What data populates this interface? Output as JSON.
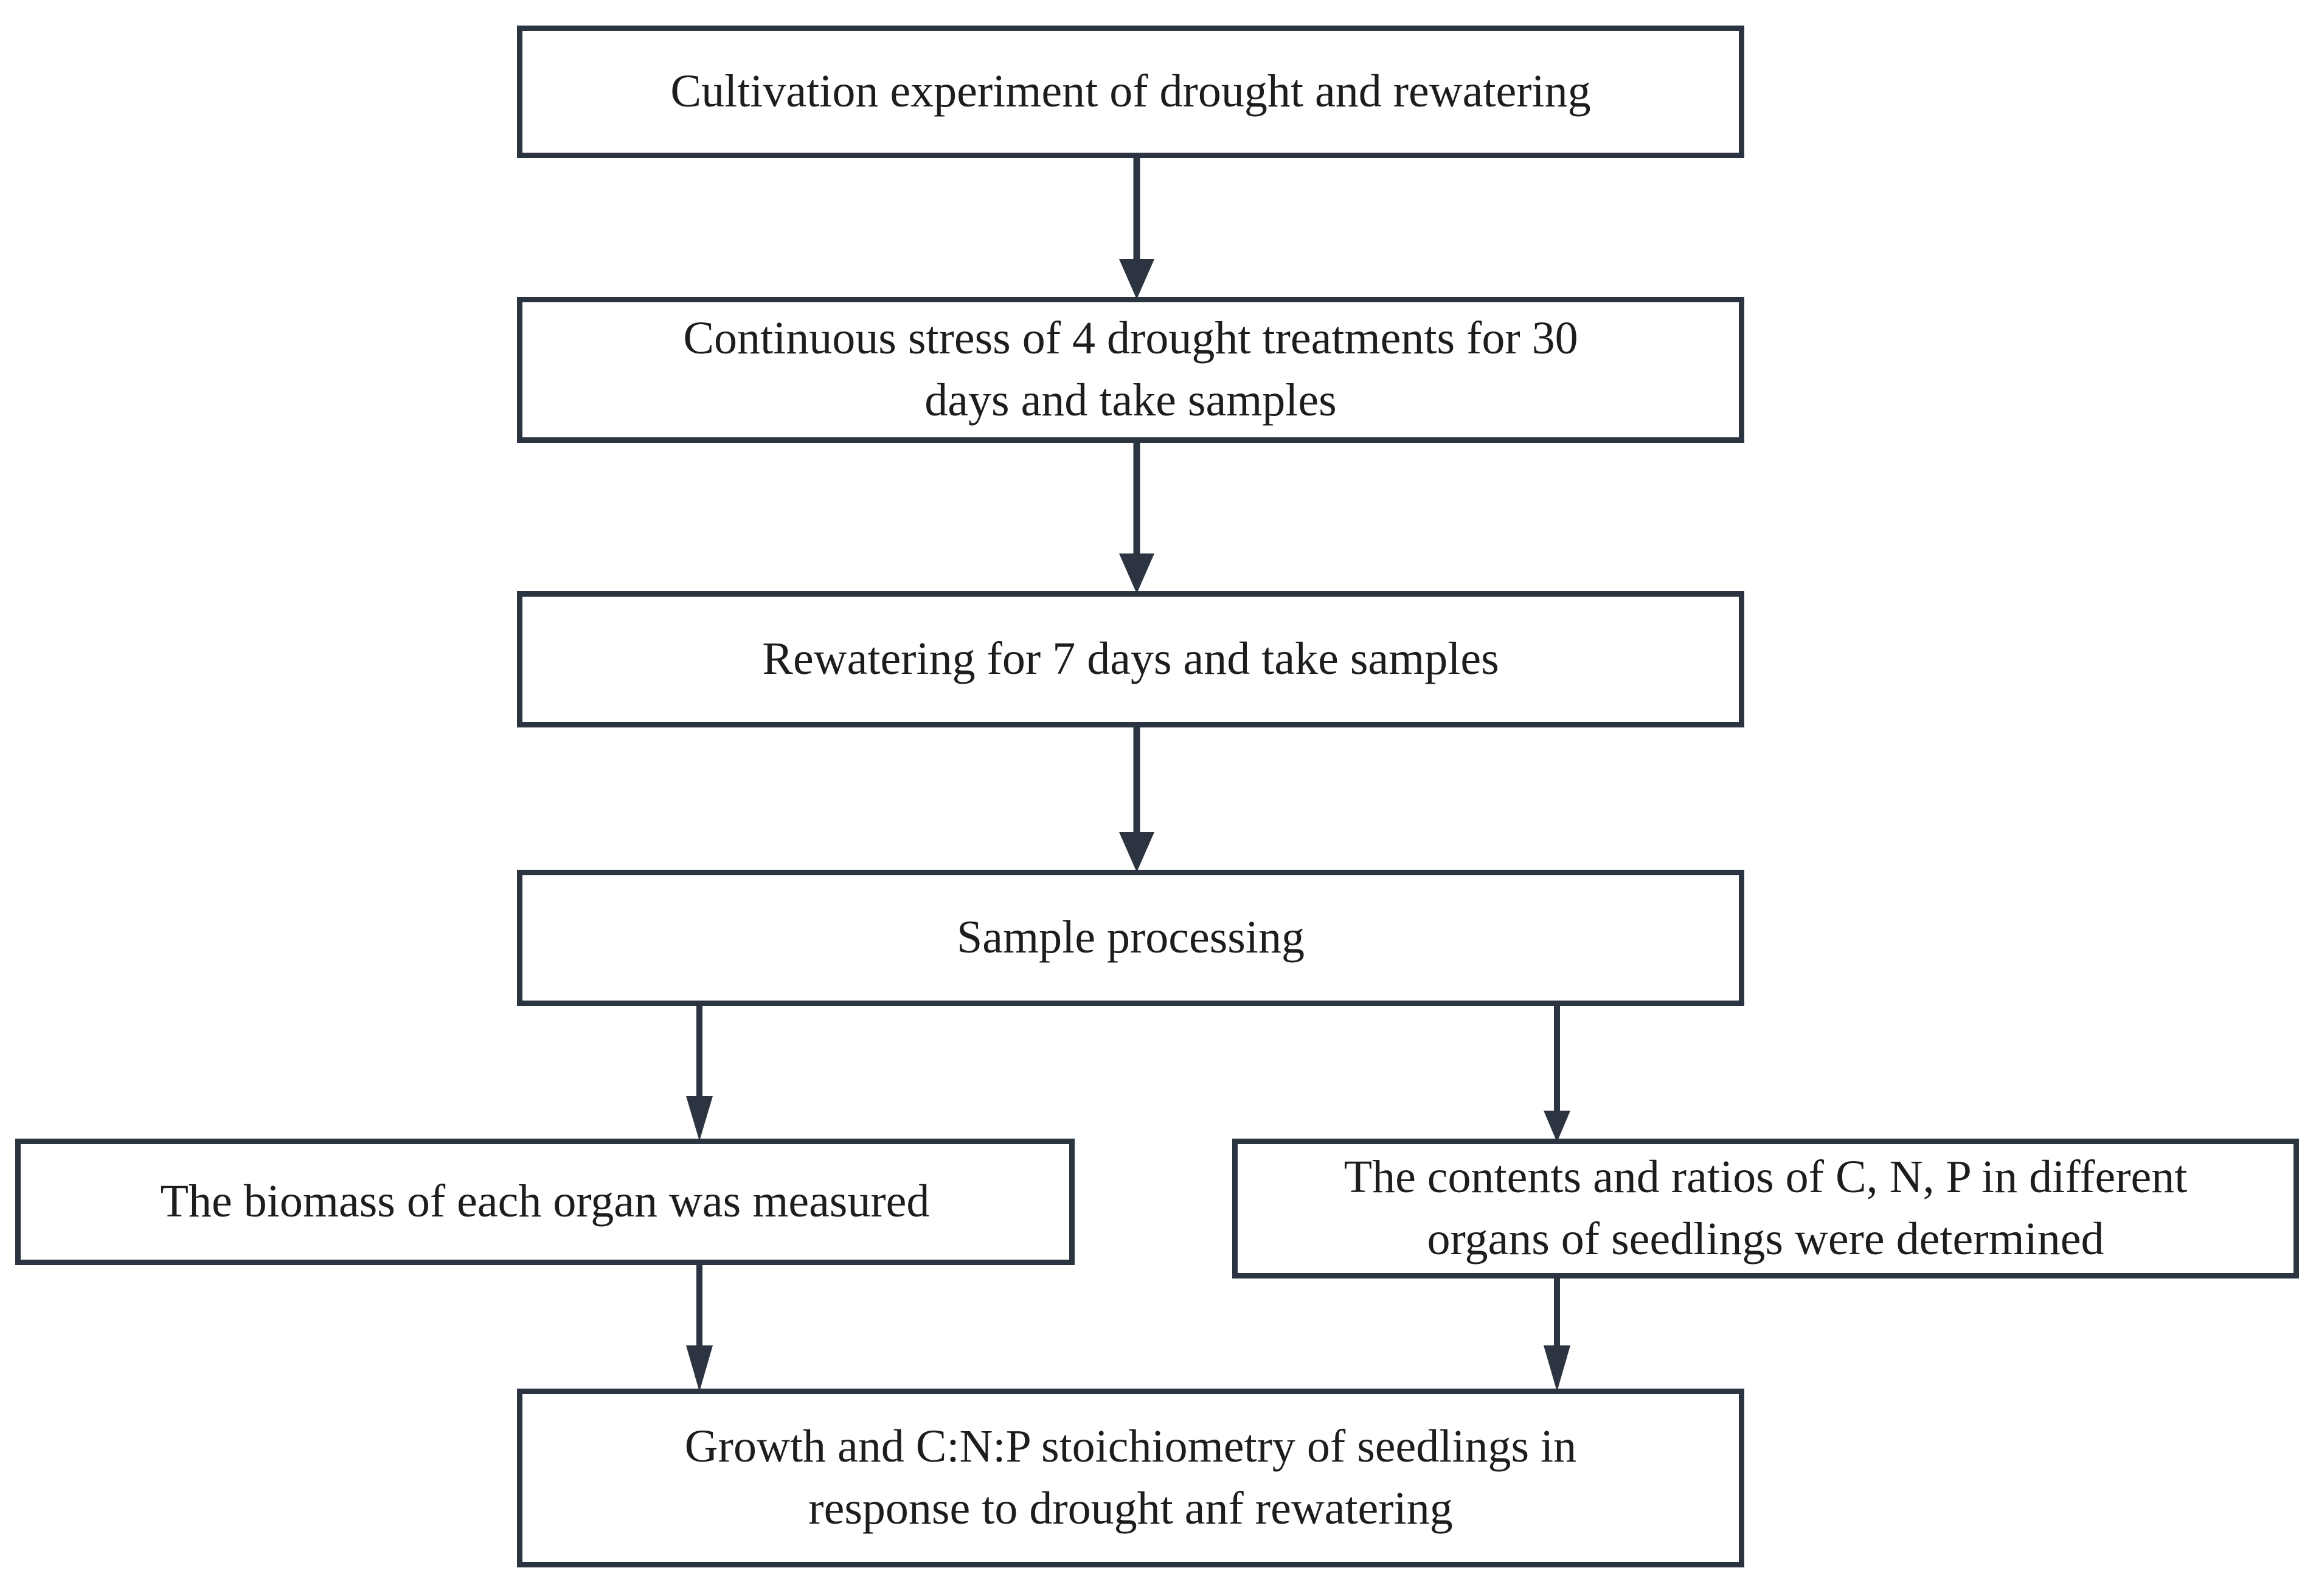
{
  "diagram": {
    "title_present": false,
    "type": "flowchart",
    "orientation": "top-to-bottom",
    "colors": {
      "box_border": "#2b3440",
      "box_fill": "#ffffff",
      "text": "#1d1d1d",
      "connector": "#2b3440",
      "background": "#ffffff"
    },
    "nodes": [
      {
        "id": "cultivation",
        "label": "Cultivation experiment of drought and rewatering",
        "lines": [
          "Cultivation experiment of drought and rewatering"
        ]
      },
      {
        "id": "drought",
        "label": "Continuous stress of 4 drought treatments for 30 days and take samples",
        "lines": [
          "Continuous stress of 4 drought treatments for 30",
          "days and take samples"
        ]
      },
      {
        "id": "rewatering",
        "label": "Rewatering for 7 days and take samples",
        "lines": [
          "Rewatering for 7 days and take samples"
        ]
      },
      {
        "id": "processing",
        "label": "Sample processing",
        "lines": [
          "Sample processing"
        ]
      },
      {
        "id": "biomass",
        "label": "The biomass of each organ was measured",
        "lines": [
          "The biomass of each organ was measured"
        ]
      },
      {
        "id": "cnp",
        "label": "The contents and ratios of C, N, P in different organs of seedlings were determined",
        "lines": [
          "The contents and ratios of C, N, P in different",
          "organs of seedlings were determined"
        ]
      },
      {
        "id": "outcome",
        "label": "Growth and C:N:P stoichiometry of seedlings in response to drought anf rewatering",
        "lines": [
          "Growth and C:N:P stoichiometry of seedlings in",
          "response to drought anf rewatering"
        ]
      }
    ],
    "edges": [
      {
        "id": "edge-cultivation-drought",
        "from": "cultivation",
        "to": "drought",
        "style": "solid-arrow"
      },
      {
        "id": "edge-drought-rewatering",
        "from": "drought",
        "to": "rewatering",
        "style": "solid-arrow"
      },
      {
        "id": "edge-rewatering-processing",
        "from": "rewatering",
        "to": "processing",
        "style": "solid-arrow"
      },
      {
        "id": "edge-processing-biomass",
        "from": "processing",
        "to": "biomass",
        "style": "solid-arrow"
      },
      {
        "id": "edge-processing-cnp",
        "from": "processing",
        "to": "cnp",
        "style": "solid-arrow"
      },
      {
        "id": "edge-biomass-outcome",
        "from": "biomass",
        "to": "outcome",
        "style": "solid-arrow"
      },
      {
        "id": "edge-cnp-outcome",
        "from": "cnp",
        "to": "outcome",
        "style": "solid-arrow"
      }
    ]
  }
}
